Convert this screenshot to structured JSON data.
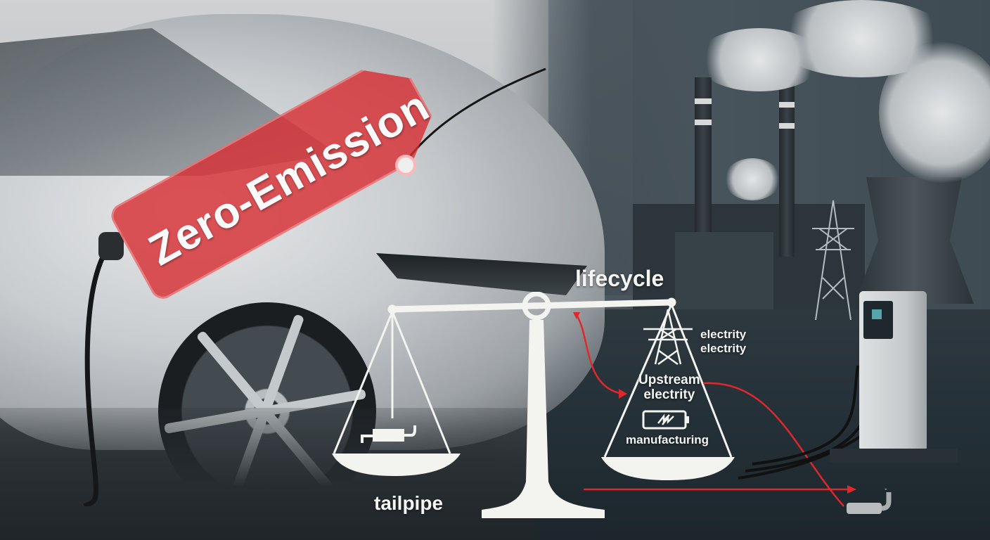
{
  "image": {
    "description": "Illustration contrasting an electric car labeled zero-emission with a lifecycle emissions scale and coal power plant",
    "tag": {
      "text": "Zero-Emission",
      "color": "#d73034"
    },
    "scale": {
      "top_label": "lifecycle",
      "left_pan": {
        "label": "tailpipe",
        "icon": "exhaust-pipe-icon"
      },
      "right_pan": {
        "items": [
          {
            "icon": "power-pylon-icon",
            "label_lines": [
              "electrity",
              "electrity"
            ]
          },
          {
            "label_lines": [
              "Upstream",
              "electrity"
            ]
          },
          {
            "icon": "battery-icon",
            "label": "manufacturing"
          }
        ]
      }
    },
    "accent_color": "#e0282c",
    "scene_elements": [
      "electric car",
      "charging cable",
      "power plant smokestacks",
      "cooling tower",
      "transmission tower",
      "EV charging station",
      "exhaust pipe with smoke"
    ]
  }
}
